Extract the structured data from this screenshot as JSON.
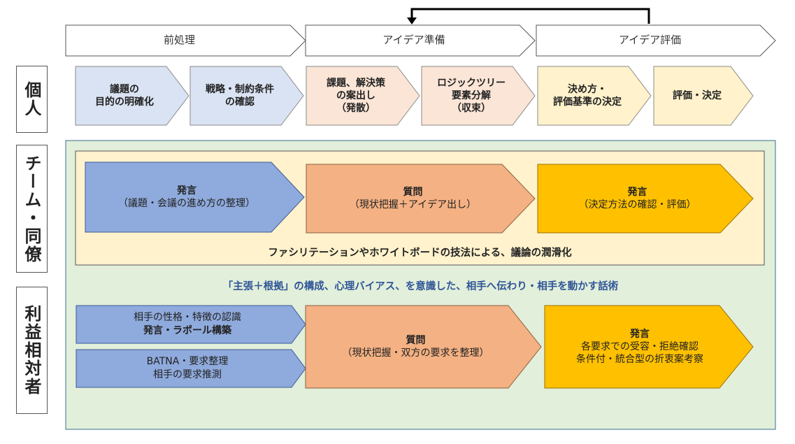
{
  "phases": [
    "前処理",
    "アイデア準備",
    "アイデア評価"
  ],
  "row_headers": {
    "individual": "個人",
    "team": "チーム・同僚",
    "stakeholder": "利益相対者"
  },
  "individual_steps": [
    [
      "議題の",
      "目的の明確化"
    ],
    [
      "戦略・制約条件",
      "の確認"
    ],
    [
      "課題、解決策",
      "の案出し",
      "（発散）"
    ],
    [
      "ロジックツリー",
      "要素分解",
      "（収束）"
    ],
    [
      "決め方・",
      "評価基準の決定"
    ],
    [
      "評価・決定"
    ]
  ],
  "team": {
    "steps": [
      {
        "title": "発言",
        "sub": "（議題・会議の進め方の整理）"
      },
      {
        "title": "質問",
        "sub": "（現状把握＋アイデア出し）"
      },
      {
        "title": "発言",
        "sub": "（決定方法の確認・評価）"
      }
    ],
    "caption": "ファシリテーションやホワイトボードの技法による、議論の潤滑化"
  },
  "middle_caption": "「主張＋根拠」の構成、心理バイアス、を意識した、相手へ伝わり・相手を動かす話術",
  "stakeholder": {
    "box1": {
      "line1": "相手の性格・特徴の認識",
      "line2": "発言・ラポール構築"
    },
    "box2": {
      "line1": "BATNA・要求整理",
      "line2": "相手の要求推測"
    },
    "step2": {
      "title": "質問",
      "sub": "（現状把握・双方の要求を整理）"
    },
    "step3": {
      "title": "発言",
      "line1": "各要求での受容・拒絶確認",
      "line2": "条件付・統合型の折衷案考察"
    }
  },
  "colors": {
    "blue_light": "#dae3f3",
    "peach": "#fbe5d6",
    "cream": "#fff2cc",
    "blue": "#8faadc",
    "salmon": "#f4b183",
    "gold": "#ffc000",
    "green_bg": "#e2efda",
    "yellow_bg": "#fff2cc",
    "caption_blue": "#2f5597"
  }
}
